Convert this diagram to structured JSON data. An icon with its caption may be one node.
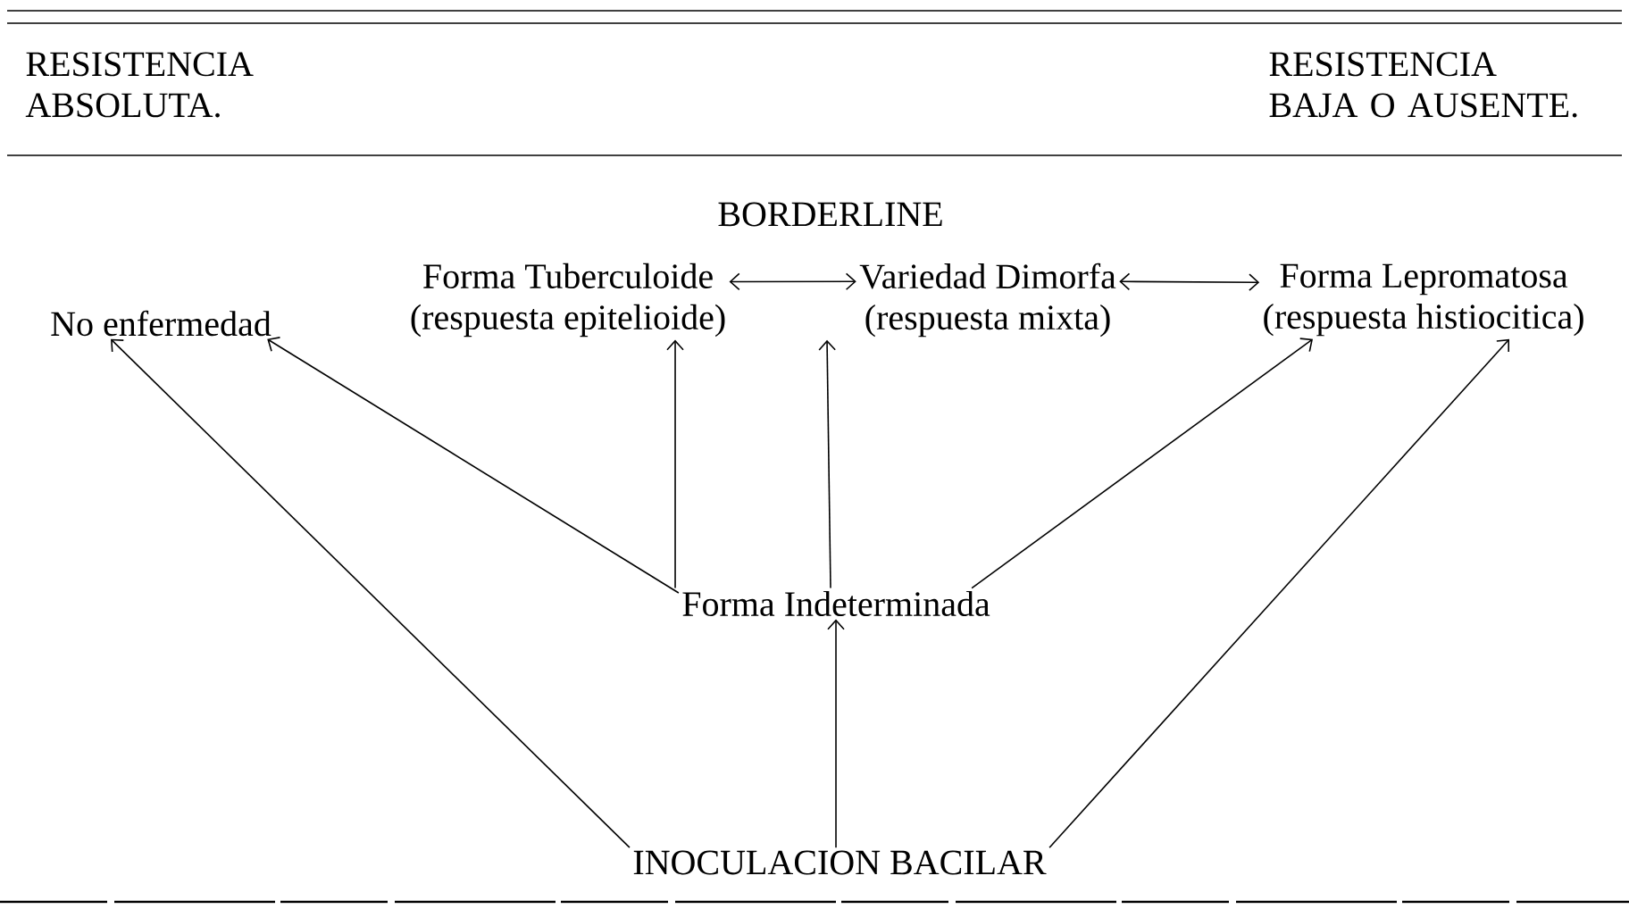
{
  "diagram": {
    "nodes": [
      {
        "text": [
          "No enfermedad"
        ]
      },
      {
        "text": [
          "Forma Tuberculoide",
          "(respuesta epitelioide)"
        ]
      },
      {
        "text": [
          "Variedad Dimorfa",
          "(respuesta mixta)"
        ]
      },
      {
        "text": [
          "Forma Lepromatosa",
          "(respuesta histiocitica)"
        ]
      },
      {
        "text": [
          "Forma Indeterminada"
        ]
      },
      {
        "text": [
          "INOCULACION BACILAR"
        ]
      }
    ],
    "edges": [
      {
        "from": 4,
        "to": 0,
        "arrow": "to"
      },
      {
        "from": 4,
        "to": 1,
        "arrow": "to"
      },
      {
        "from": 4,
        "to": 2,
        "arrow": "to"
      },
      {
        "from": 4,
        "to": 3,
        "arrow": "to"
      },
      {
        "from": 5,
        "to": 0,
        "arrow": "to"
      },
      {
        "from": 5,
        "to": 4,
        "arrow": "to"
      },
      {
        "from": 5,
        "to": 3,
        "arrow": "to"
      },
      {
        "from": 1,
        "to": 2,
        "arrow": "both"
      },
      {
        "from": 2,
        "to": 3,
        "arrow": "both"
      }
    ],
    "labels": [
      "RESISTENCIA ABSOLUTA.",
      "RESISTENCIA BAJA O AUSENTE.",
      "BORDERLINE"
    ]
  }
}
